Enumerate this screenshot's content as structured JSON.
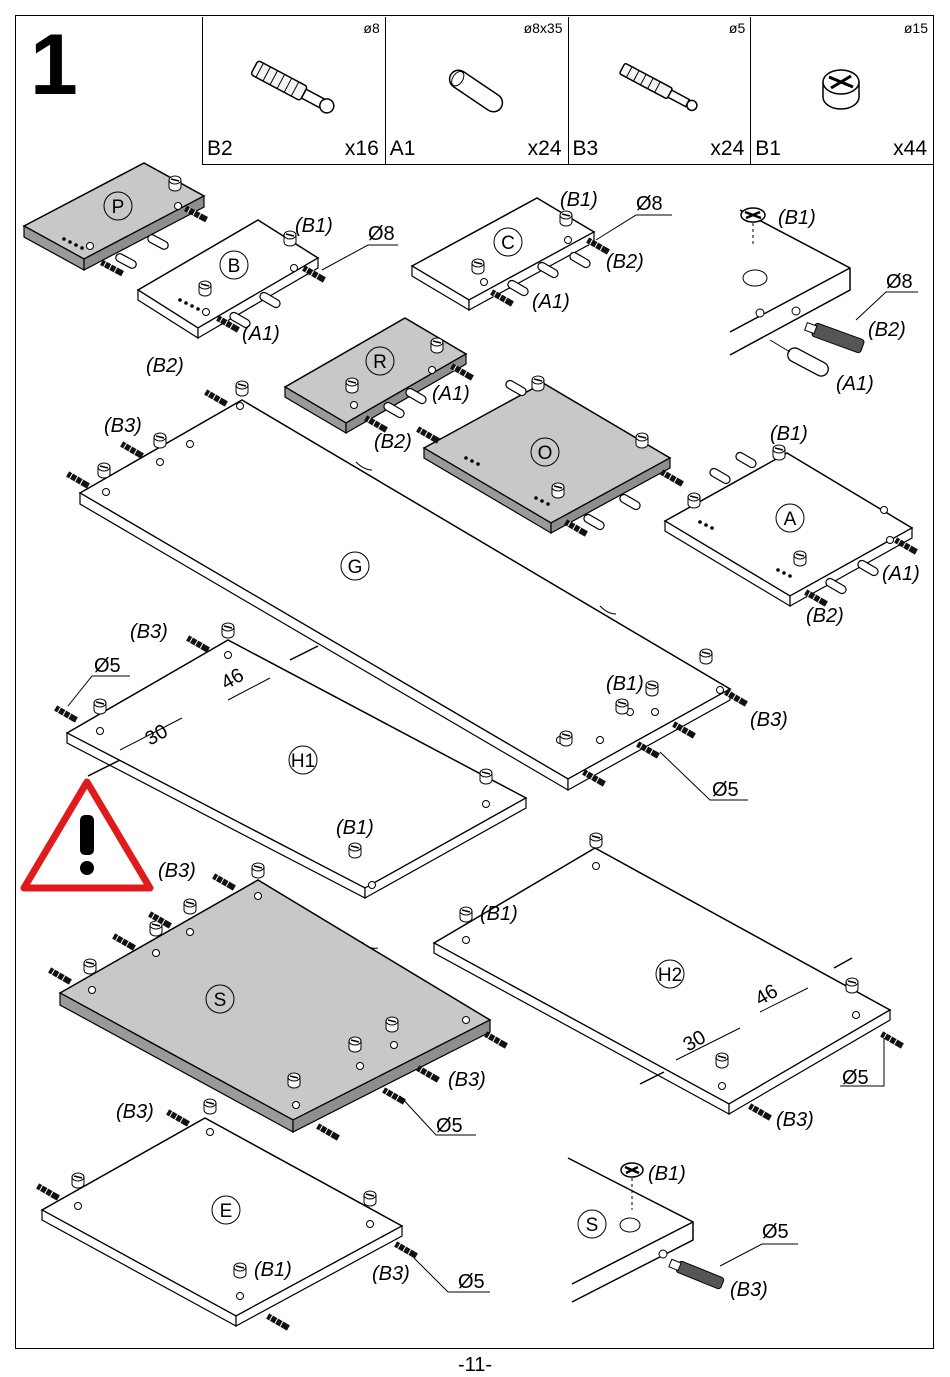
{
  "step": "1",
  "parts": [
    {
      "code": "B2",
      "size": "ø8",
      "qty": "x16",
      "icon": "cam-bolt-icon"
    },
    {
      "code": "A1",
      "size": "ø8x35",
      "qty": "x24",
      "icon": "wooden-dowel-icon"
    },
    {
      "code": "B3",
      "size": "ø5",
      "qty": "x24",
      "icon": "small-cam-bolt-icon"
    },
    {
      "code": "B1",
      "size": "ø15",
      "qty": "x44",
      "icon": "cam-lock-icon"
    }
  ],
  "panels": {
    "P": "P",
    "B": "B",
    "C": "C",
    "R": "R",
    "O": "O",
    "A": "A",
    "G": "G",
    "H1": "H1",
    "H2": "H2",
    "S": "S",
    "E": "E",
    "S_detail": "S"
  },
  "labels": {
    "b1": "(B1)",
    "b2": "(B2)",
    "b3": "(B3)",
    "a1": "(A1)",
    "d8": "Ø8",
    "d5": "Ø5",
    "dim46": "46",
    "dim30": "30"
  },
  "page_number": "-11-",
  "colors": {
    "gray_panel": "#c8c8c8",
    "warning_red": "#e01b1b"
  }
}
